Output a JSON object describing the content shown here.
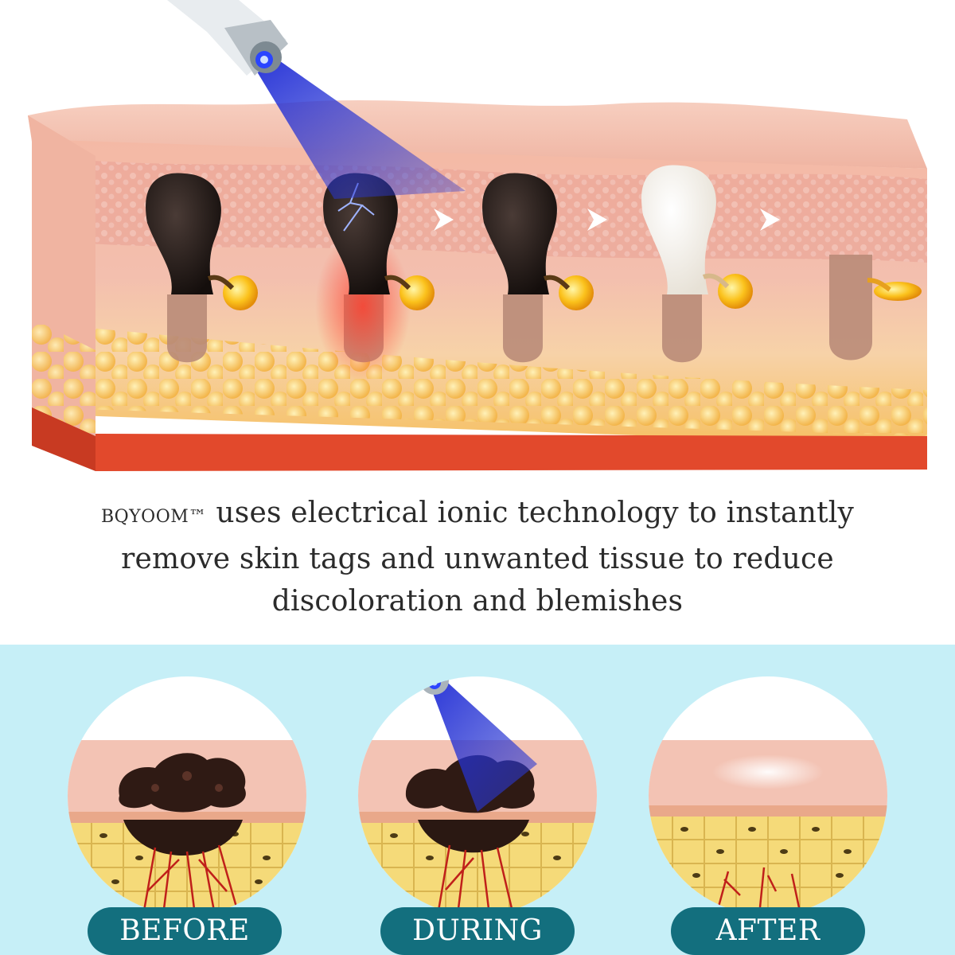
{
  "tagline": {
    "brand": "BQYOOM™",
    "line1_rest": " uses electrical ionic technology to instantly",
    "line2": "remove skin tags and unwanted tissue to reduce",
    "line3": "discoloration and blemishes"
  },
  "stages": [
    {
      "label": "BEFORE"
    },
    {
      "label": "DURING"
    },
    {
      "label": "AFTER"
    }
  ],
  "colors": {
    "skin_top": "#f2b8a6",
    "dermis": "#e8a293",
    "fat": "#f6c75a",
    "base_red": "#e2492c",
    "blue_light": "#1f2fd0",
    "panel_bg": "#c6eff7",
    "label_bg": "#136f7e"
  }
}
